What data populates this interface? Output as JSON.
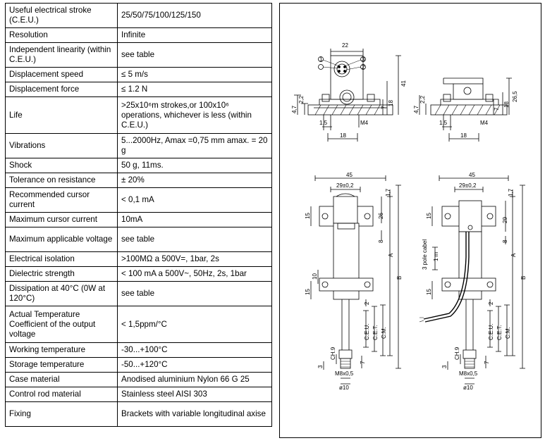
{
  "specs": [
    {
      "label": "Useful electrical stroke (C.E.U.)",
      "value": "25/50/75/100/125/150",
      "h": 35
    },
    {
      "label": "Resolution",
      "value": "Infinite",
      "h": 21
    },
    {
      "label": "Independent linearity (within C.E.U.)",
      "value": "see table",
      "h": 35
    },
    {
      "label": "Displacement speed",
      "value": "≤ 5 m/s",
      "h": 21
    },
    {
      "label": "Displacement force",
      "value": "≤ 1.2 N",
      "h": 21
    },
    {
      "label": "Life",
      "value": ">25x10⁶m strokes,or 100x10⁶ operations, whichever is less (within C.E.U.)",
      "h": 52
    },
    {
      "label": "Vibrations",
      "value": "5...2000Hz, Amax =0,75 mm amax. = 20 g",
      "h": 35
    },
    {
      "label": "Shock",
      "value": "50 g, 11ms.",
      "h": 21
    },
    {
      "label": "Tolerance on resistance",
      "value": "± 20%",
      "h": 21
    },
    {
      "label": "Recommended cursor current",
      "value": "< 0,1 mA",
      "h": 35
    },
    {
      "label": "Maximum cursor current",
      "value": "10mA",
      "h": 21
    },
    {
      "label": "Maximum applicable voltage",
      "value": "see table",
      "h": 35
    },
    {
      "label": "Electrical isolation",
      "value": ">100MΩ a 500V=, 1bar, 2s",
      "h": 21
    },
    {
      "label": "Dielectric strength",
      "value": "< 100 mA a 500V~, 50Hz, 2s, 1bar",
      "h": 21
    },
    {
      "label": "Dissipation at  40°C (0W at 120°C)",
      "value": "see table",
      "h": 35
    },
    {
      "label": "Actual Temperature Coefficient of the output voltage",
      "value": "< 1,5ppm/°C",
      "h": 52
    },
    {
      "label": "Working temperature",
      "value": "-30...+100°C",
      "h": 21
    },
    {
      "label": "Storage temperature",
      "value": "-50...+120°C",
      "h": 21
    },
    {
      "label": "Case material",
      "value": "Anodised aluminium Nylon 66 G 25",
      "h": 21
    },
    {
      "label": "Control rod material",
      "value": "Stainless steel  AISI 303",
      "h": 21
    },
    {
      "label": "Fixing",
      "value": "Brackets with variable longitudinal axise",
      "h": 35
    }
  ],
  "drawing": {
    "top_left": {
      "d22": "22",
      "d41": "41",
      "d7": "7",
      "d18v": "18",
      "d22a": "2,2",
      "d47": "4,7",
      "d15": "1,5",
      "d18h": "18",
      "m4": "M4",
      "c1": "1",
      "c2": "2",
      "c3": "3"
    },
    "top_right": {
      "d265": "26,5",
      "d18v": "18",
      "d7": "7",
      "d22a": "2,2",
      "d47": "4,7",
      "d15": "1,5",
      "d18h": "18",
      "m4": "M4"
    },
    "bottom_left": {
      "d45": "45",
      "d29": "29±0,2",
      "d17": "1,7",
      "d26": "26",
      "d8": "8",
      "d15a": "15",
      "d10": "10",
      "d15b": "15",
      "A": "A",
      "B": "B",
      "d2": "2",
      "ceu": "C.E.U.",
      "cet": "C.E.T.",
      "cm": "C.M.",
      "ch9": "CH.9",
      "d3": "3",
      "d7": "7",
      "m8": "M8x0,5",
      "phi10": "ø10"
    },
    "bottom_right": {
      "d45": "45",
      "d29": "29±0,2",
      "d17": "1,7",
      "d29v": "29",
      "d8": "8",
      "cable": "3 pole cabel",
      "d1m": "1 m",
      "d15a": "15",
      "d15b": "15",
      "A": "A",
      "B": "B",
      "d2": "2",
      "ceu": "C.E.U.",
      "cet": "C.E.T.",
      "cm": "C.M.",
      "ch9": "CH.9",
      "d3": "3",
      "d7": "7",
      "m8": "M8x0,5",
      "phi10": "ø10"
    }
  }
}
